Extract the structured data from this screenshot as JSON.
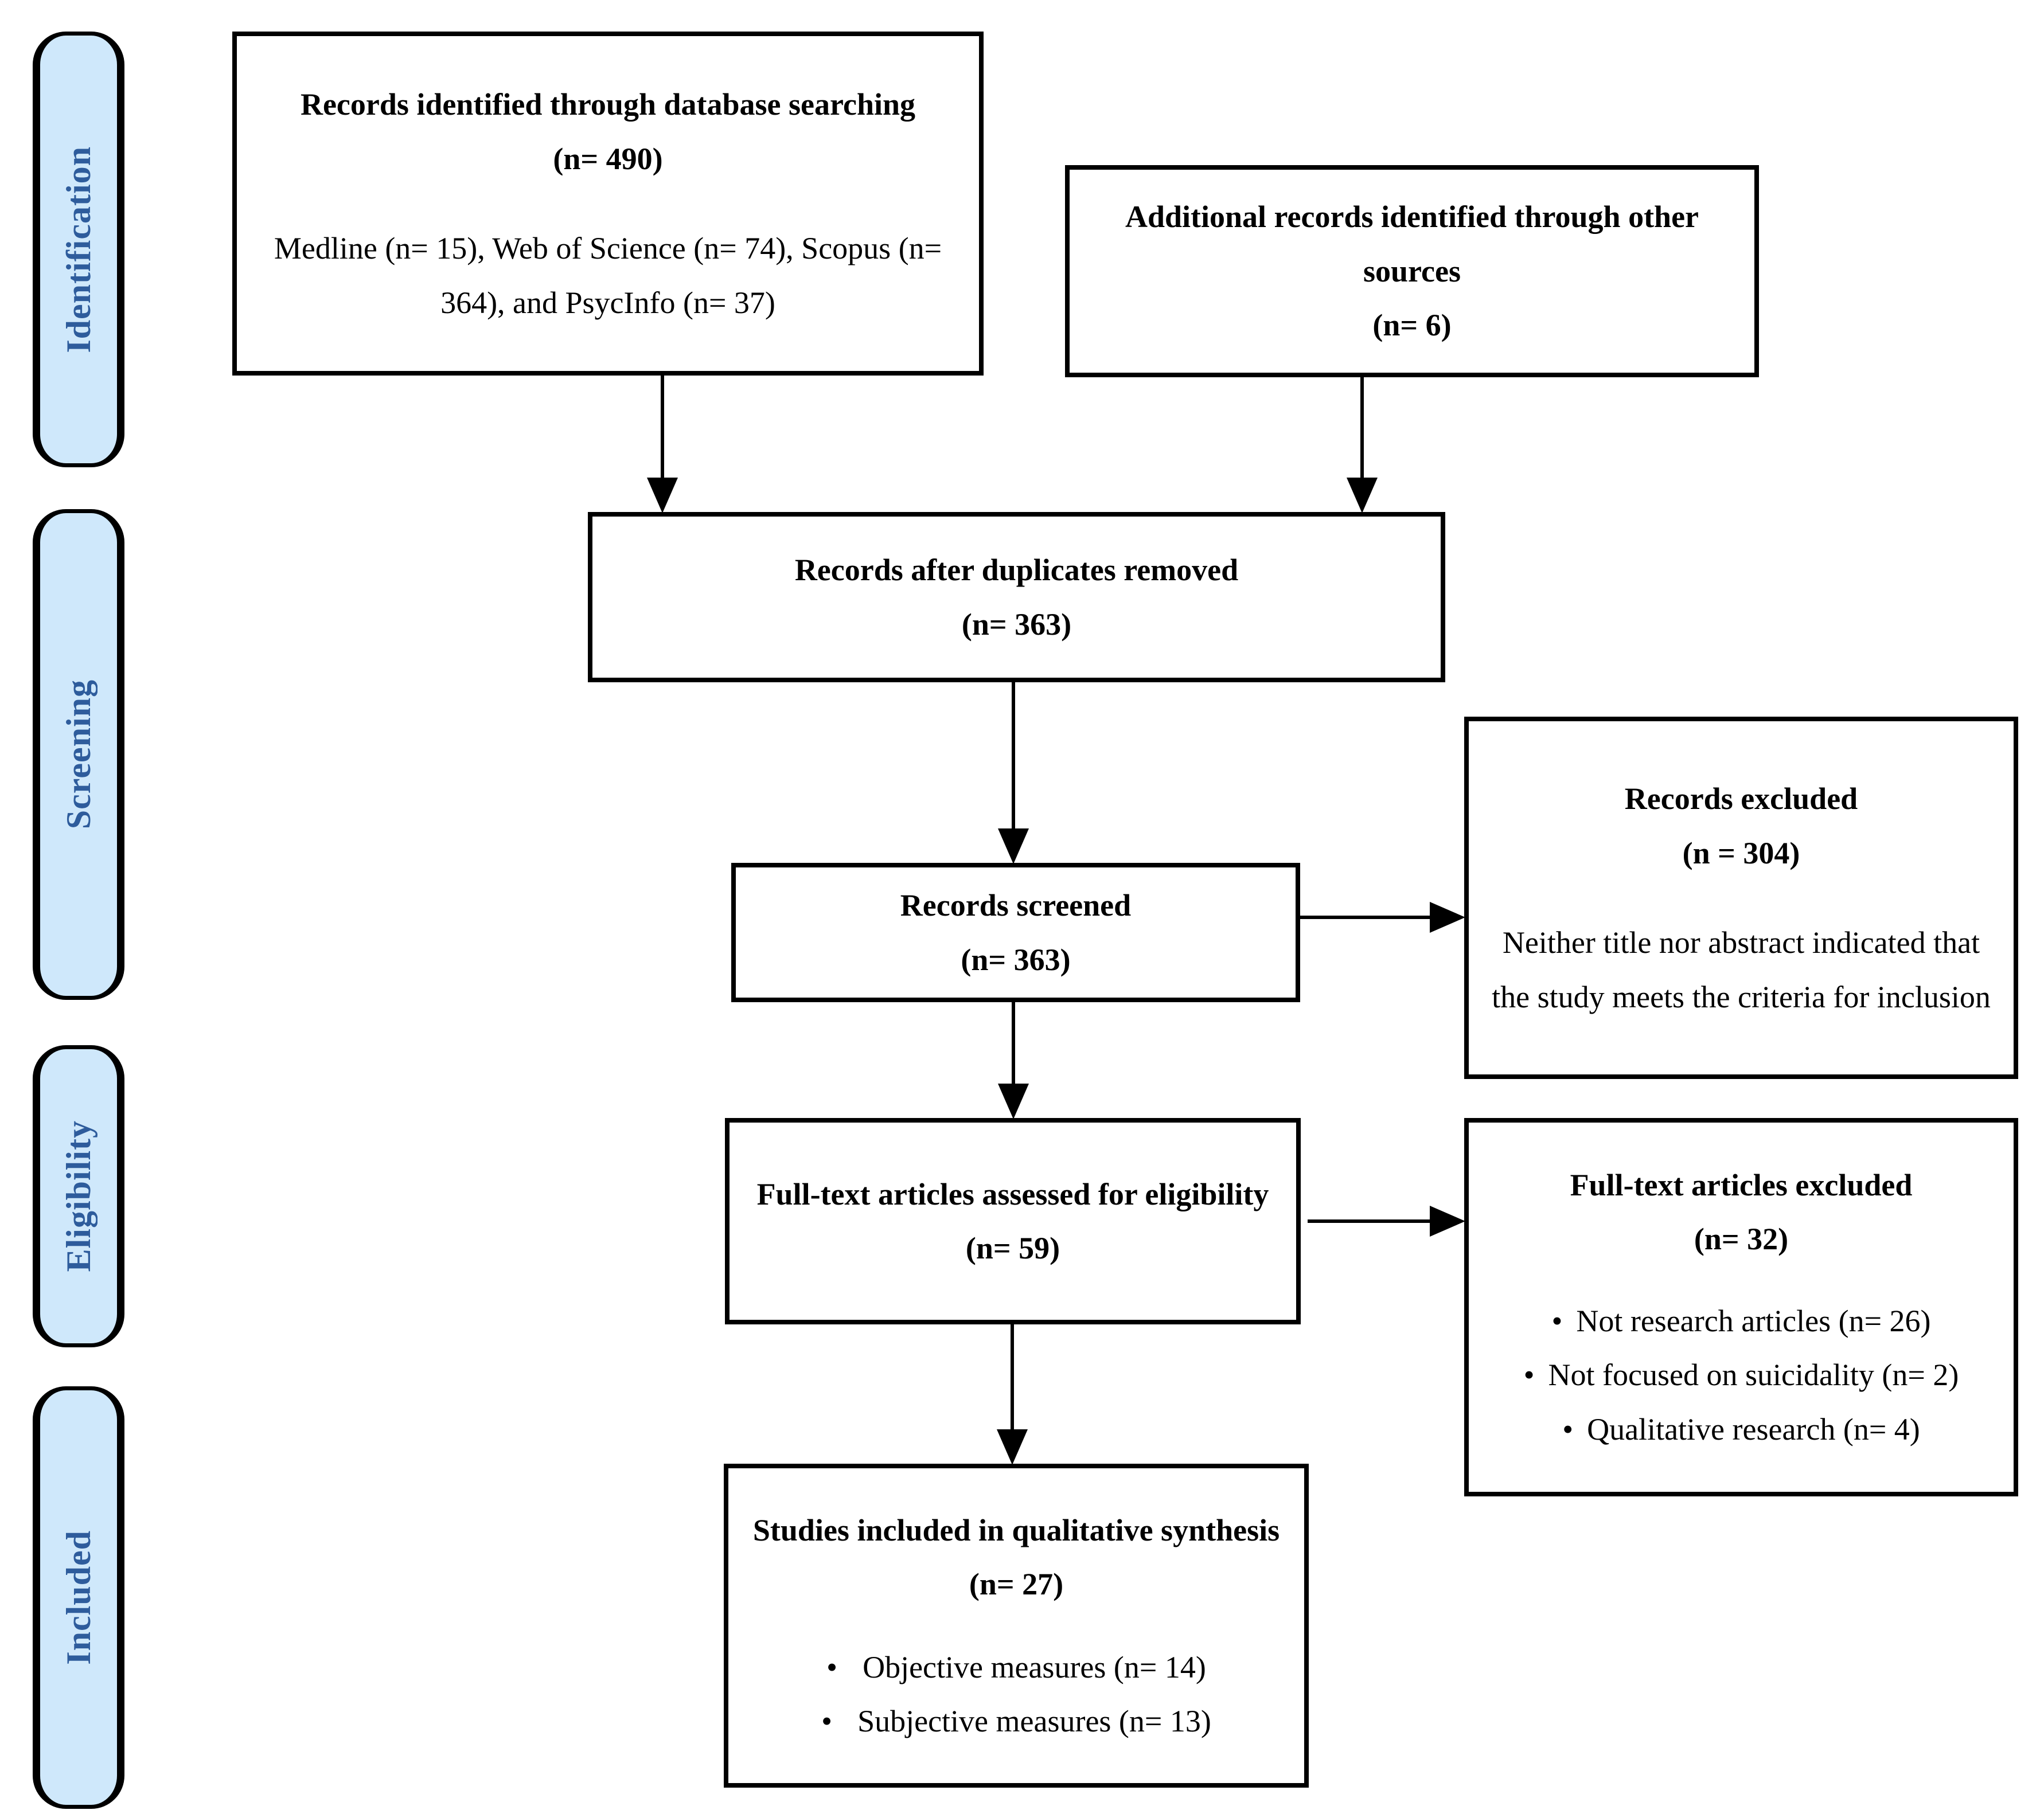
{
  "diagram": {
    "bullet_glyph": "•",
    "stages": [
      {
        "label": "Identification"
      },
      {
        "label": "Screening"
      },
      {
        "label": "Eligibility"
      },
      {
        "label": "Included"
      }
    ],
    "boxes": {
      "identified": {
        "title": "Records identified through database searching",
        "count": "(n= 490)",
        "body": "Medline (n= 15), Web of Science (n= 74), Scopus (n= 364), and PsycInfo (n= 37)"
      },
      "additional": {
        "title": "Additional records identified through other sources",
        "count": "(n= 6)"
      },
      "deduplicated": {
        "title": "Records after duplicates removed",
        "count": "(n= 363)"
      },
      "screened": {
        "title": "Records screened",
        "count": "(n= 363)"
      },
      "records_excluded": {
        "title": "Records excluded",
        "count": "(n = 304)",
        "body": "Neither title nor abstract indicated that the study meets the criteria for inclusion"
      },
      "fulltext_assessed": {
        "title": "Full-text articles assessed for eligibility",
        "count": "(n= 59)"
      },
      "fulltext_excluded": {
        "title": "Full-text articles excluded",
        "count": "(n= 32)",
        "bullets": [
          "Not research articles (n= 26)",
          "Not focused on suicidality (n= 2)",
          "Qualitative research (n= 4)"
        ]
      },
      "included_studies": {
        "title": "Studies included in qualitative synthesis",
        "count": "(n= 27)",
        "bullets": [
          "Objective measures (n= 14)",
          "Subjective measures (n= 13)"
        ]
      }
    },
    "colors": {
      "stage_fill": "#cfe8fb",
      "stage_text": "#2e5c9c",
      "box_border": "#000000",
      "box_fill": "#ffffff"
    }
  }
}
